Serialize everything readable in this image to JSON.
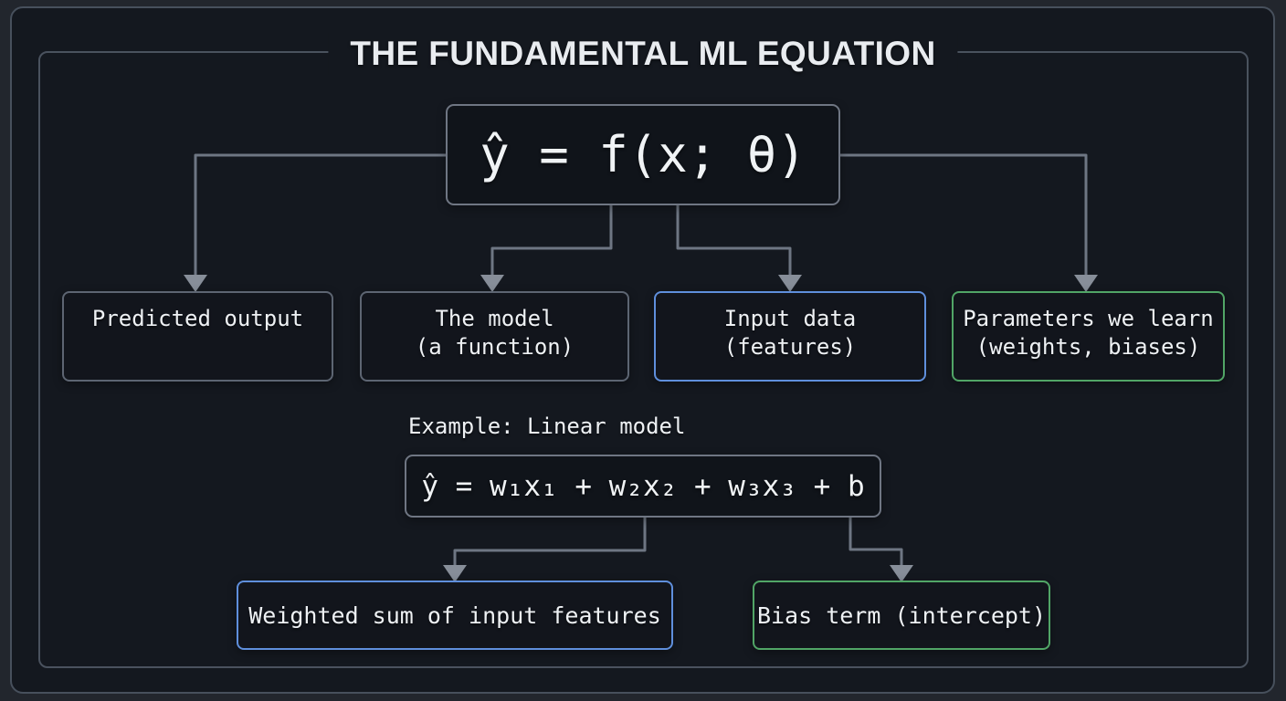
{
  "title": "THE FUNDAMENTAL ML EQUATION",
  "main_equation": "ŷ = f(x; θ)",
  "top_boxes": [
    {
      "label": "Predicted output",
      "sub": "",
      "accent": "gray"
    },
    {
      "label": "The model",
      "sub": "(a function)",
      "accent": "gray"
    },
    {
      "label": "Input data",
      "sub": "(features)",
      "accent": "blue"
    },
    {
      "label": "Parameters we learn",
      "sub": "(weights, biases)",
      "accent": "green"
    }
  ],
  "example_label": "Example: Linear model",
  "linear_equation": "ŷ = w₁x₁ + w₂x₂ + w₃x₃ + b",
  "bottom_boxes": [
    {
      "label": "Weighted sum of input features",
      "accent": "blue"
    },
    {
      "label": "Bias term (intercept)",
      "accent": "green"
    }
  ],
  "colors": {
    "gray": "#5d6572",
    "blue": "#5f8fdc",
    "green": "#51a566",
    "line": "#6e7683",
    "arrowhead": "#878e99",
    "background": "#14181f",
    "text": "#eef1f4"
  }
}
